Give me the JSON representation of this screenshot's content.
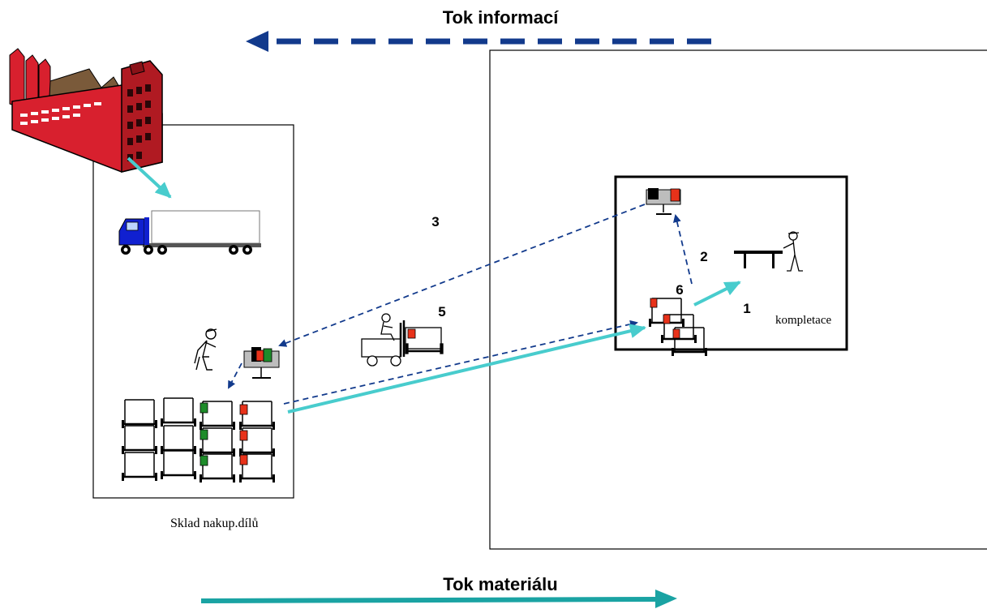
{
  "info_flow_title": "Tok informací",
  "material_flow_title": "Tok materiálu",
  "warehouse_label": "Sklad nakup.dílů",
  "assembly_label": "kompletace",
  "step_numbers": {
    "s1": "1",
    "s2": "2",
    "s3": "3",
    "s5": "5",
    "s6": "6"
  },
  "colors": {
    "info_arrow": "#123a8c",
    "material_arrow": "#1aa3a3",
    "cyan_flow": "#48cccd",
    "kanban_red": "#e8321a",
    "kanban_green": "#1e8c2a",
    "factory_red": "#d8202e",
    "truck_blue": "#1020d0"
  },
  "icons": [
    "factory-icon",
    "truck-icon",
    "worker-icon",
    "forklift-icon",
    "kanban-post-icon",
    "rack-icon",
    "table-icon"
  ]
}
